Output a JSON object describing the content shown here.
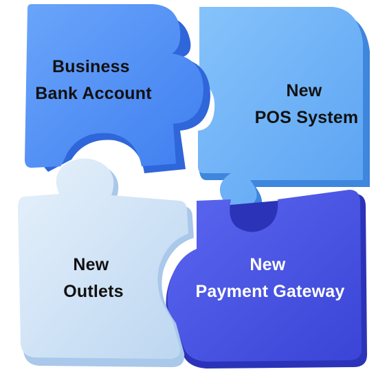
{
  "pieces": {
    "top_left": {
      "line1": "Business",
      "line2": "Bank Account",
      "face_color": "#4f8ef5",
      "side_color": "#2f66d9",
      "text_color": "#111111"
    },
    "top_right": {
      "line1": "New",
      "line2": "POS System",
      "face_color": "#6cb2f7",
      "side_color": "#3f86dd",
      "text_color": "#111111"
    },
    "bottom_left": {
      "line1": "New",
      "line2": "Outlets",
      "face_color": "#d4e6f8",
      "side_color": "#a9c8ea",
      "text_color": "#111111"
    },
    "bottom_right": {
      "line1": "New",
      "line2": "Payment Gateway",
      "face_color": "#4956e6",
      "side_color": "#2b33b8",
      "text_color": "#ffffff"
    }
  }
}
